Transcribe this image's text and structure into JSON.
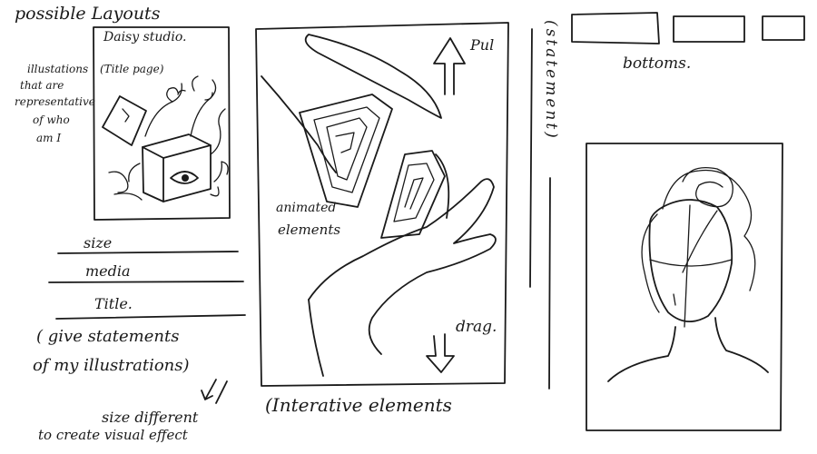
{
  "heading": "possible Layouts",
  "left_panel": {
    "studio_title": "Daisy studio.",
    "title_page_label": "(Title page)",
    "note_lines": [
      "illustations",
      "that are",
      "representative",
      "of who",
      "am I"
    ],
    "fields": [
      "size",
      "media",
      "Title."
    ],
    "statement_note": [
      "( give statements",
      "of my illustrations)"
    ],
    "size_note": [
      "size different",
      "to create visual effect"
    ]
  },
  "middle_panel": {
    "pull_label": "Pul",
    "animated_label": [
      "animated",
      "elements"
    ],
    "drag_label": "drag.",
    "interactive_label": "(Interative elements"
  },
  "right_panel": {
    "statement_vertical": "(statement)",
    "buttons_label": "bottoms."
  }
}
